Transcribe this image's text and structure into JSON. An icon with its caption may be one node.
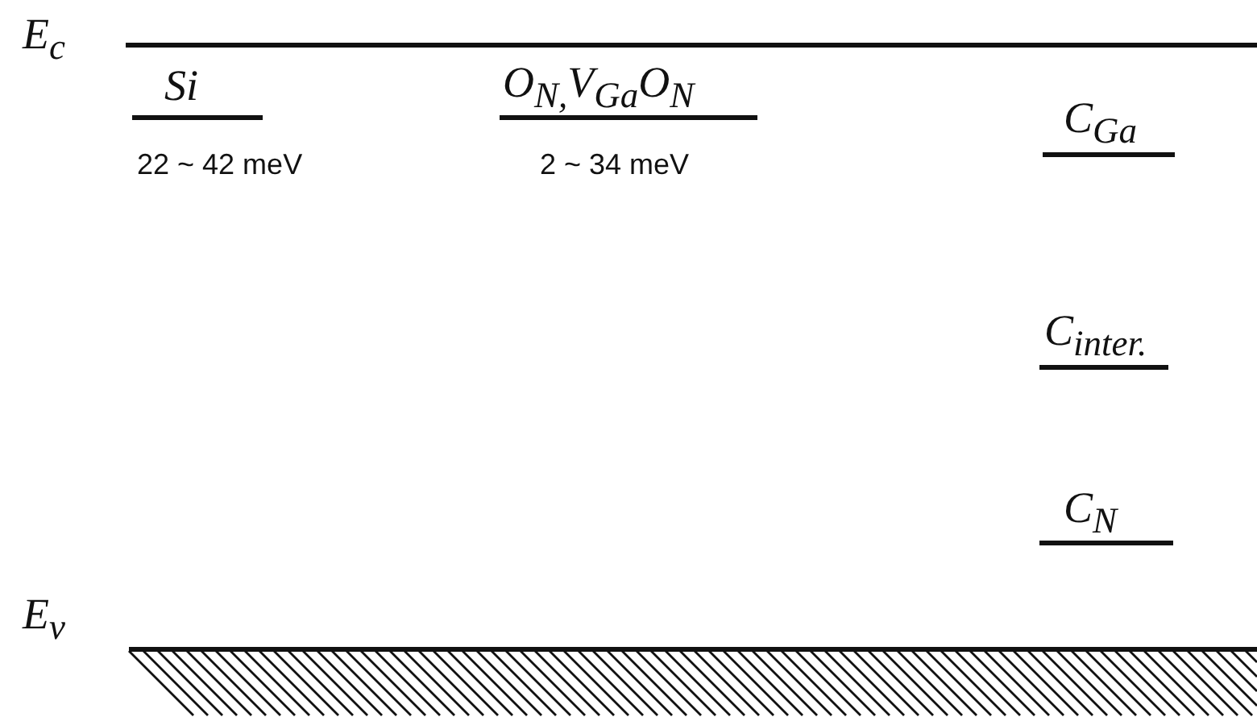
{
  "diagram": {
    "labels": [
      "E$_{c}$",
      "Si",
      "22 ~ 42 meV",
      "O$_{N,}$V$_{Ga}$O$_{N}$",
      "2 ~ 34 meV",
      "C$_{Ga}$",
      "C$_{inter.}$",
      "C$_{N}$",
      "E$_{v}$"
    ]
  }
}
